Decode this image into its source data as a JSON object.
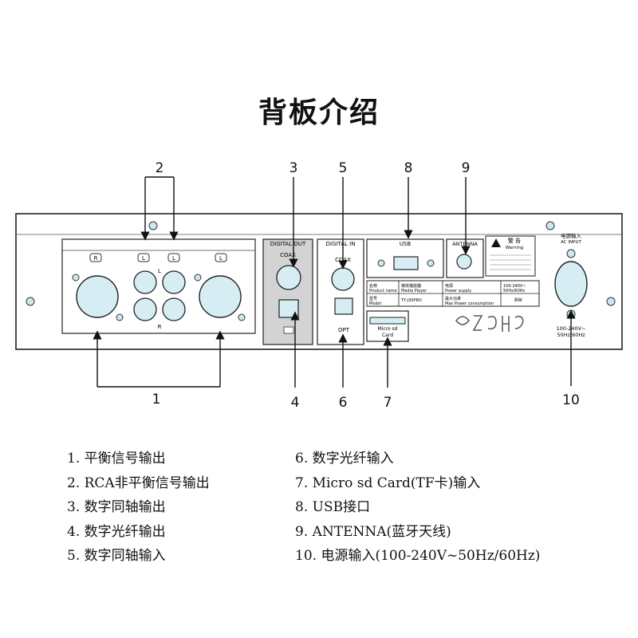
{
  "title": "背板介绍",
  "callouts": [
    "1",
    "2",
    "3",
    "4",
    "5",
    "6",
    "7",
    "8",
    "9",
    "10"
  ],
  "panel_labels": {
    "digital_out": "DIGITAL OUT",
    "coax": "COAX",
    "digital_in": "DIGITAL IN",
    "coax_in": "COAX",
    "opt": "OPT",
    "usb": "USB",
    "antenna": "ANTENNA",
    "micro_sd": "Micro sd",
    "card": "Card",
    "rca_l": "L",
    "rca_r": "R",
    "ch_r": "R",
    "ch_l": "L",
    "ch_l2": "L",
    "ch_r2": "L",
    "warning_cn": "警 告",
    "warning_en": "Warning",
    "power_cn": "电源输入",
    "power_en": "AC INPUT",
    "power_spec1": "100-240V~",
    "power_spec2": "50Hz/60Hz"
  },
  "spec_table": {
    "row1": [
      "名称\nProduct name",
      "媒体播放器\nMedia Player",
      "电源\nPower supply",
      "100-240V~\n50Hz/60Hz"
    ],
    "row2": [
      "型号\nModel",
      "TY-J30PRO",
      "最大功率\nMax Power consumption",
      "8W"
    ]
  },
  "legend_left": [
    "1. 平衡信号输出",
    "2. RCA非平衡信号输出",
    "3. 数字同轴输出",
    "4. 数字光纤输出",
    "5. 数字同轴输入"
  ],
  "legend_right": [
    "6. 数字光纤输入",
    "7. Micro sd Card(TF卡)输入",
    "8. USB接口",
    "9. ANTENNA(蓝牙天线)",
    "10. 电源输入(100-240V~50Hz/60Hz)"
  ]
}
